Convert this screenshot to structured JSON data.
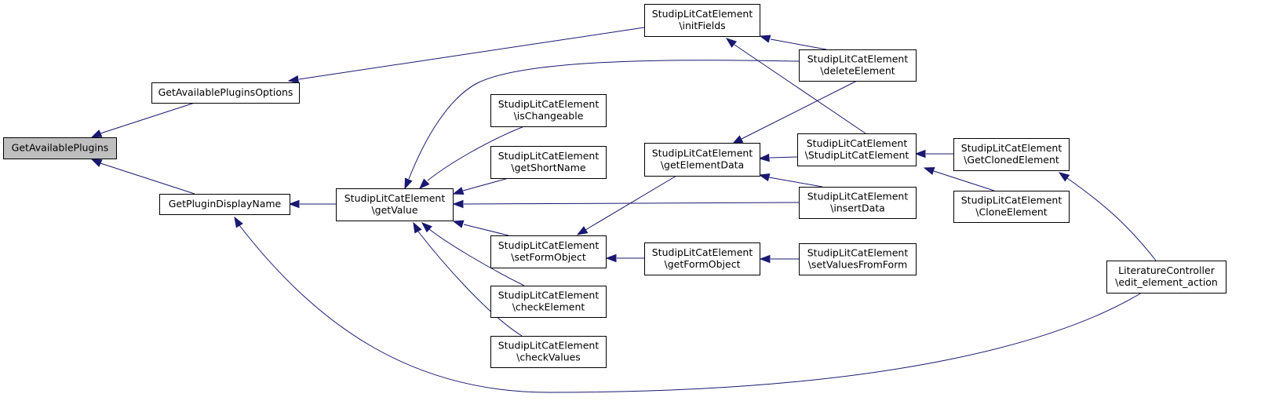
{
  "diagram": {
    "type": "call-graph",
    "root": "GetAvailablePlugins",
    "colors": {
      "edge": "#191970",
      "root_fill": "#bfbfbf",
      "node_fill": "#ffffff",
      "border": "#000000"
    },
    "nodes": [
      {
        "id": "gap",
        "lines": [
          "GetAvailablePlugins"
        ],
        "root": true
      },
      {
        "id": "gapo",
        "lines": [
          "GetAvailablePluginsOptions"
        ]
      },
      {
        "id": "gpdn",
        "lines": [
          "GetPluginDisplayName"
        ]
      },
      {
        "id": "gv",
        "lines": [
          "StudipLitCatElement",
          "\\getValue"
        ]
      },
      {
        "id": "if",
        "lines": [
          "StudipLitCatElement",
          "\\initFields"
        ]
      },
      {
        "id": "de",
        "lines": [
          "StudipLitCatElement",
          "\\deleteElement"
        ]
      },
      {
        "id": "ic",
        "lines": [
          "StudipLitCatElement",
          "\\isChangeable"
        ]
      },
      {
        "id": "gsn",
        "lines": [
          "StudipLitCatElement",
          "\\getShortName"
        ]
      },
      {
        "id": "ged",
        "lines": [
          "StudipLitCatElement",
          "\\getElementData"
        ]
      },
      {
        "id": "slce",
        "lines": [
          "StudipLitCatElement",
          "\\StudipLitCatElement"
        ]
      },
      {
        "id": "gce",
        "lines": [
          "StudipLitCatElement",
          "\\GetClonedElement"
        ]
      },
      {
        "id": "ce",
        "lines": [
          "StudipLitCatElement",
          "\\CloneElement"
        ]
      },
      {
        "id": "id",
        "lines": [
          "StudipLitCatElement",
          "\\insertData"
        ]
      },
      {
        "id": "sfo",
        "lines": [
          "StudipLitCatElement",
          "\\setFormObject"
        ]
      },
      {
        "id": "gfo",
        "lines": [
          "StudipLitCatElement",
          "\\getFormObject"
        ]
      },
      {
        "id": "svff",
        "lines": [
          "StudipLitCatElement",
          "\\setValuesFromForm"
        ]
      },
      {
        "id": "chke",
        "lines": [
          "StudipLitCatElement",
          "\\checkElement"
        ]
      },
      {
        "id": "chkv",
        "lines": [
          "StudipLitCatElement",
          "\\checkValues"
        ]
      },
      {
        "id": "eea",
        "lines": [
          "LiteratureController",
          "\\edit_element_action"
        ]
      }
    ],
    "edges": [
      {
        "from": "gapo",
        "to": "gap"
      },
      {
        "from": "gpdn",
        "to": "gap"
      },
      {
        "from": "if",
        "to": "gapo"
      },
      {
        "from": "gv",
        "to": "gpdn"
      },
      {
        "from": "eea",
        "to": "gpdn"
      },
      {
        "from": "de",
        "to": "gv"
      },
      {
        "from": "ic",
        "to": "gv"
      },
      {
        "from": "gsn",
        "to": "gv"
      },
      {
        "from": "id",
        "to": "gv"
      },
      {
        "from": "sfo",
        "to": "gv"
      },
      {
        "from": "chke",
        "to": "gv"
      },
      {
        "from": "chkv",
        "to": "gv"
      },
      {
        "from": "de",
        "to": "if"
      },
      {
        "from": "slce",
        "to": "if"
      },
      {
        "from": "de",
        "to": "ged"
      },
      {
        "from": "slce",
        "to": "ged"
      },
      {
        "from": "id",
        "to": "ged"
      },
      {
        "from": "ged",
        "to": "sfo"
      },
      {
        "from": "gfo",
        "to": "sfo"
      },
      {
        "from": "svff",
        "to": "gfo"
      },
      {
        "from": "gce",
        "to": "slce"
      },
      {
        "from": "ce",
        "to": "slce"
      },
      {
        "from": "eea",
        "to": "gce"
      }
    ]
  }
}
